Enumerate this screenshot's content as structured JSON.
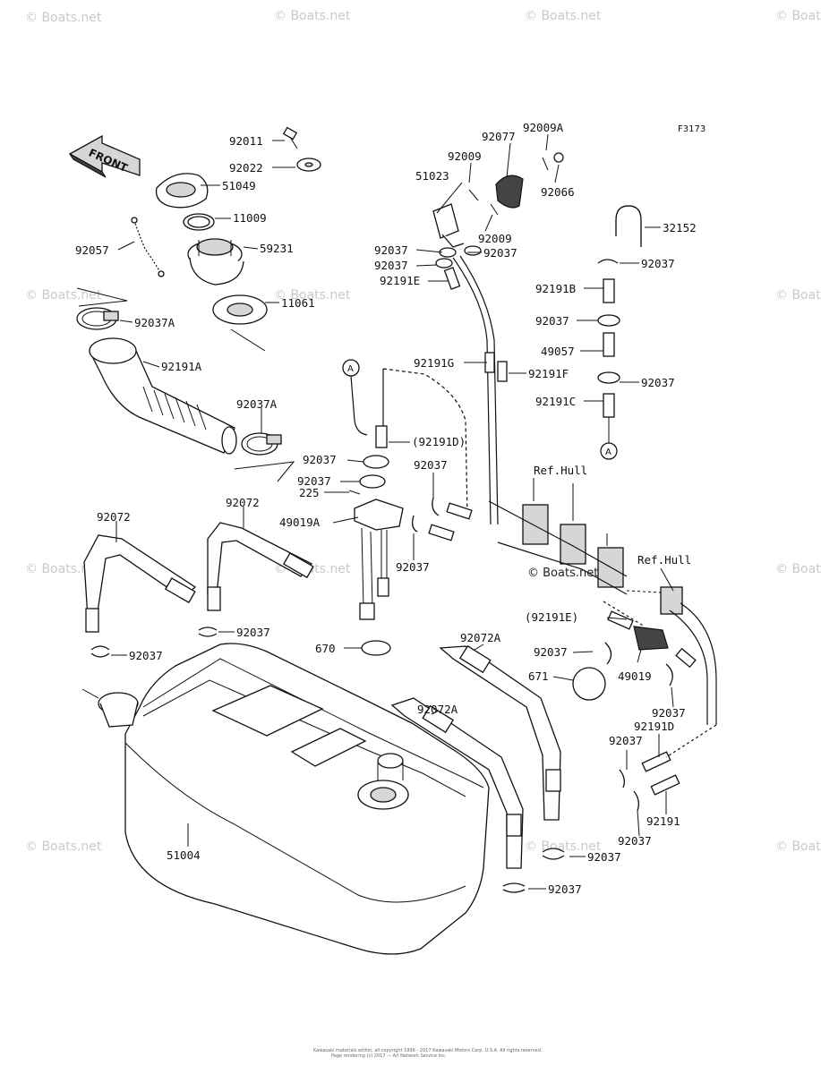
{
  "figure_code": "F3173",
  "front_label": "FRONT",
  "watermark": "© Boats.net",
  "copyright_line1": "Kawasaki materials within, all copyright 1996 - 2017 Kawasaki Motors Corp. U.S.A. All rights reserved.",
  "copyright_line2": "Page rendering (c) 2017 — Arl Network Service Inc.",
  "hull_refs": [
    "Ref.Hull",
    "Ref.Hull"
  ],
  "callouts": [
    "92011",
    "92022",
    "51049",
    "11009",
    "92057",
    "59231",
    "11061",
    "92037A",
    "92191A",
    "92037A",
    "92072",
    "92072",
    "92037",
    "92037",
    "51004",
    "92009A",
    "92077",
    "92009",
    "51023",
    "92066",
    "92009",
    "92037",
    "92037",
    "92037",
    "92191E",
    "A",
    "92191G",
    "92191F",
    "(92191D)",
    "92037",
    "92037",
    "225",
    "49019A",
    "92037",
    "92037",
    "670",
    "92072A",
    "92072A",
    "671",
    "92037",
    "92037",
    "32152",
    "92037",
    "92191B",
    "92037",
    "49057",
    "92037",
    "92191C",
    "A",
    "(92191E)",
    "92037",
    "49019",
    "92037",
    "92191D",
    "92037",
    "92191",
    "92037"
  ]
}
